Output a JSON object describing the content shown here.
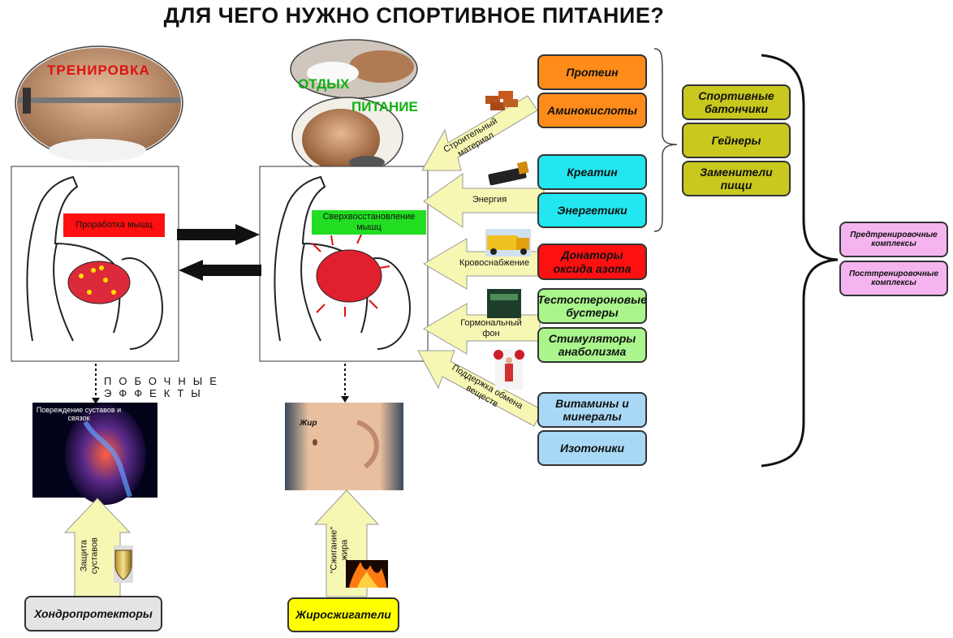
{
  "title": "ДЛЯ ЧЕГО НУЖНО СПОРТИВНОЕ ПИТАНИЕ?",
  "photos": {
    "training": "ТРЕНИРОВКА",
    "rest": "ОТДЫХ",
    "nutrition": "ПИТАНИЕ"
  },
  "panels": {
    "left_tag": "Проработка мышц",
    "right_tag": "Сверхвосстановление мышц"
  },
  "side_effects": "ПОБОЧНЫЕ ЭФФЕКТЫ",
  "joint_damage": "Повреждение суставов и связок",
  "fat": "Жир",
  "arrows": {
    "building": "Строительный материал",
    "energy": "Энергия",
    "blood": "Кровоснабжение",
    "hormone": "Гормональный фон",
    "metabolism": "Поддержка обмена веществ",
    "joints": "Защита суставов",
    "fatburn": "\"Сжигание\" жира"
  },
  "products": {
    "protein": "Протеин",
    "amino": "Аминокислоты",
    "creatine": "Креатин",
    "energetics": "Энергетики",
    "no_donors": "Донаторы оксида азота",
    "testo": "Тестостероновые бустеры",
    "anabolic": "Стимуляторы анаболизма",
    "vitamins": "Витамины и минералы",
    "isotonics": "Изотоники",
    "chondro": "Хондропротекторы",
    "fatburners": "Жиросжигатели"
  },
  "complex": {
    "bars": "Спортивные батончики",
    "gainers": "Гейнеры",
    "meal": "Заменители пищи",
    "pre": "Предтренировочные комплексы",
    "post": "Посттренировочные комплексы"
  },
  "colors": {
    "orange": "#ff8c1a",
    "cyan": "#22e6f0",
    "red": "#ff1010",
    "lightgreen": "#aaf58c",
    "lightblue": "#a8d8f5",
    "olive": "#c8c81e",
    "pink": "#f5b4f0",
    "yellow": "#ffff00",
    "grey": "#e4e4e4",
    "arrow_fill": "#f7f7b4"
  }
}
